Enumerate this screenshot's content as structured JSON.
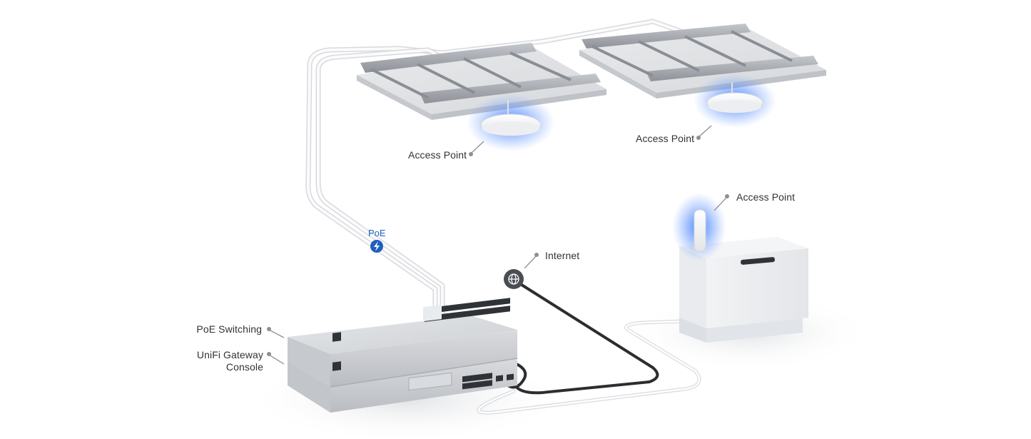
{
  "labels": {
    "access_point_1": "Access Point",
    "access_point_2": "Access Point",
    "access_point_3": "Access Point",
    "internet": "Internet",
    "poe": "PoE",
    "poe_switching": "PoE Switching",
    "gateway_line1": "UniFi Gateway",
    "gateway_line2": "Console"
  },
  "icons": {
    "poe": "lightning-bolt-icon",
    "internet": "globe-icon"
  },
  "colors": {
    "glow": "#3d7cff",
    "poe_badge": "#1f5fbf",
    "internet_badge": "#4a4d52",
    "cable_dark": "#2b2d30"
  }
}
